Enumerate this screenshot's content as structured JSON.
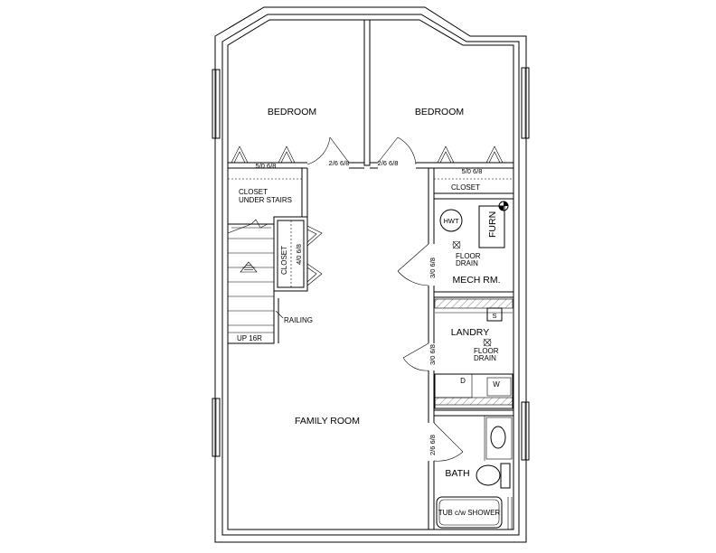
{
  "rooms": {
    "bedroom_left": "BEDROOM",
    "bedroom_right": "BEDROOM",
    "family_room": "FAMILY ROOM",
    "mech_room": "MECH RM.",
    "laundry": "LANDRY",
    "bath": "BATH"
  },
  "closets": {
    "under_stairs_line1": "CLOSET",
    "under_stairs_line2": "UNDER STAIRS",
    "vertical": "CLOSET",
    "right": "CLOSET"
  },
  "fixtures": {
    "hwt": "HWT",
    "furn": "FURN",
    "floor_drain_line1": "FLOOR",
    "floor_drain_line2": "DRAIN",
    "sink": "S",
    "dryer": "D",
    "washer": "W",
    "tub": "TUB c/w SHOWER"
  },
  "stairs": {
    "up": "UP 16R",
    "railing": "RAILING"
  },
  "door_sizes": {
    "bedroom_left_closet": "5/0 6/8",
    "bedroom_left_door": "2/6 6/8",
    "bedroom_right_door": "2/6 6/8",
    "bedroom_right_closet": "5/0 6/8",
    "vertical_closet": "4/0 6/8",
    "mech": "3/0 6/8",
    "laundry": "3/0 6/8",
    "bath": "2/6 6/8"
  }
}
